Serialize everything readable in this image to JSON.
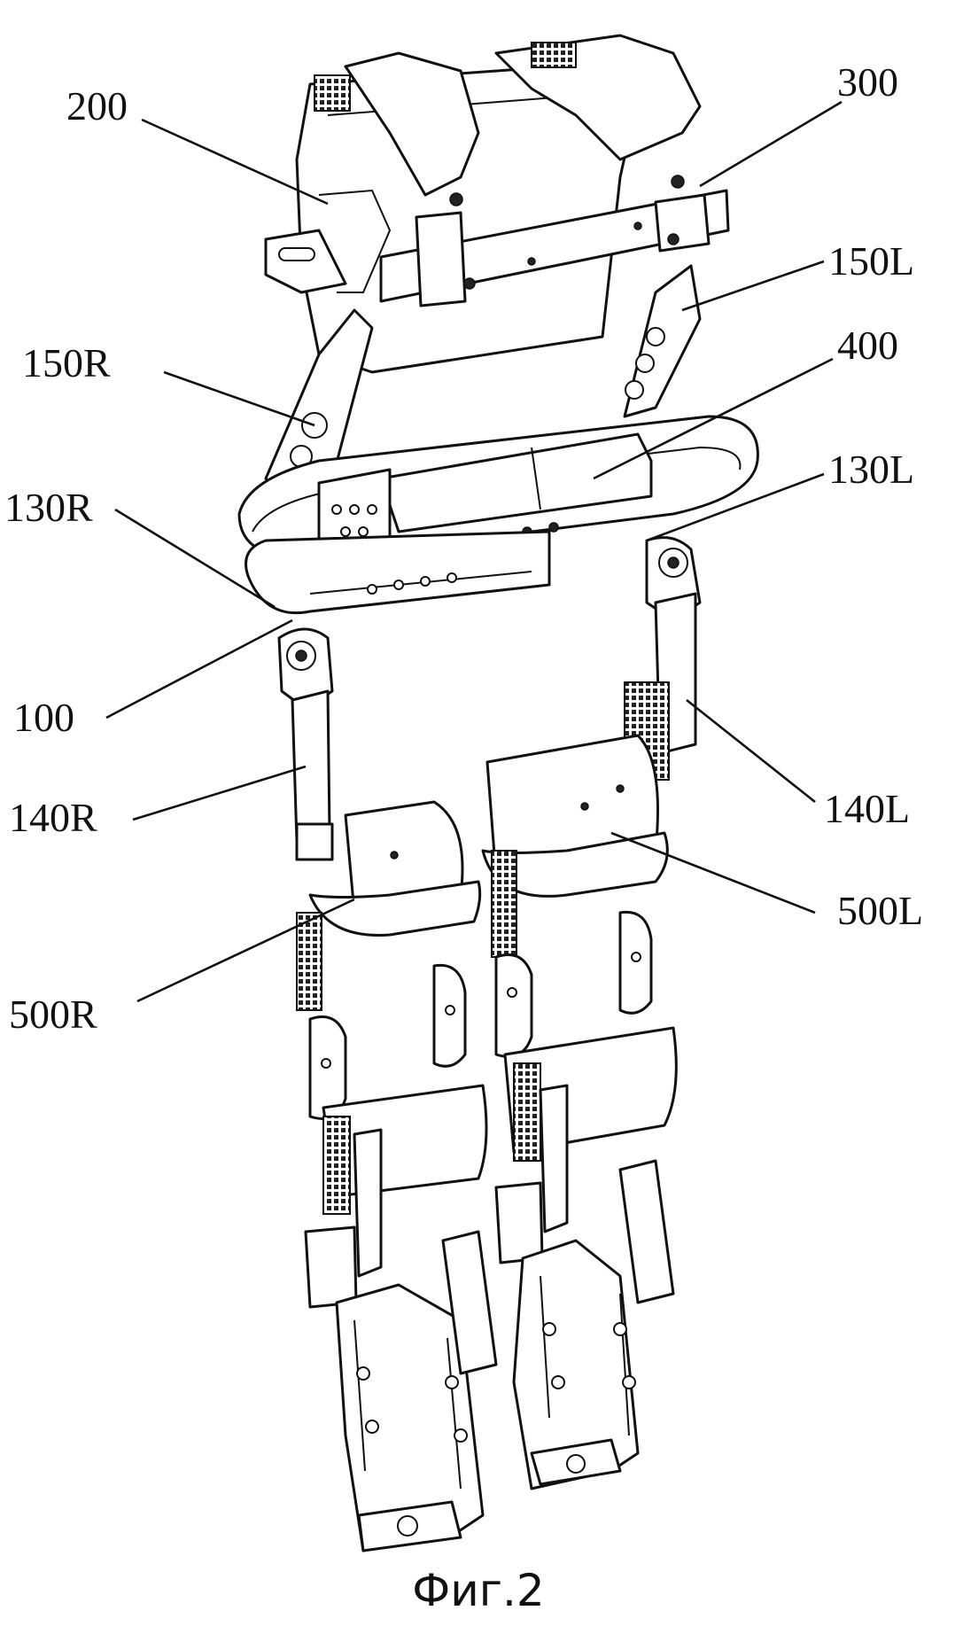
{
  "labels": {
    "l200": "200",
    "l300": "300",
    "l150L": "150L",
    "l150R": "150R",
    "l400": "400",
    "l130L": "130L",
    "l130R": "130R",
    "l100": "100",
    "l140L": "140L",
    "l140R": "140R",
    "l500L": "500L",
    "l500R": "500R"
  },
  "caption": "Фиг.2"
}
